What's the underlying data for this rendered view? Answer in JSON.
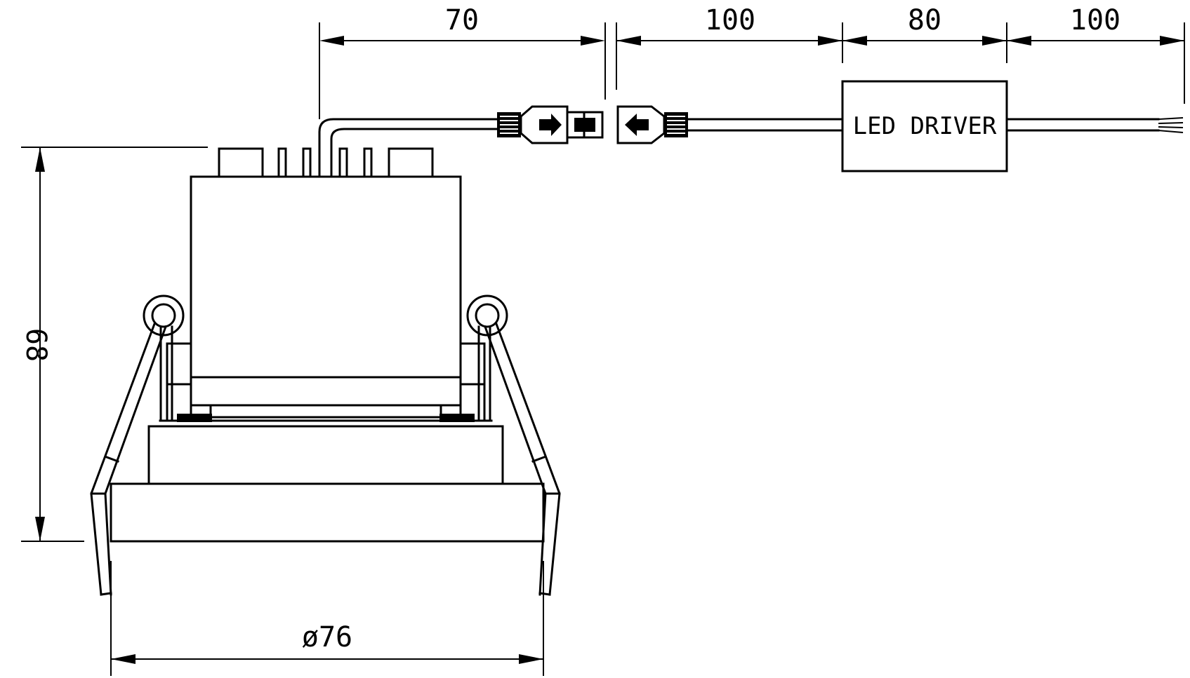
{
  "dimensions": {
    "cable_to_connector": "70",
    "connector_to_driver": "100",
    "driver_length": "80",
    "output_cable": "100",
    "height": "68",
    "diameter": "ø76"
  },
  "labels": {
    "driver": "LED DRIVER"
  }
}
